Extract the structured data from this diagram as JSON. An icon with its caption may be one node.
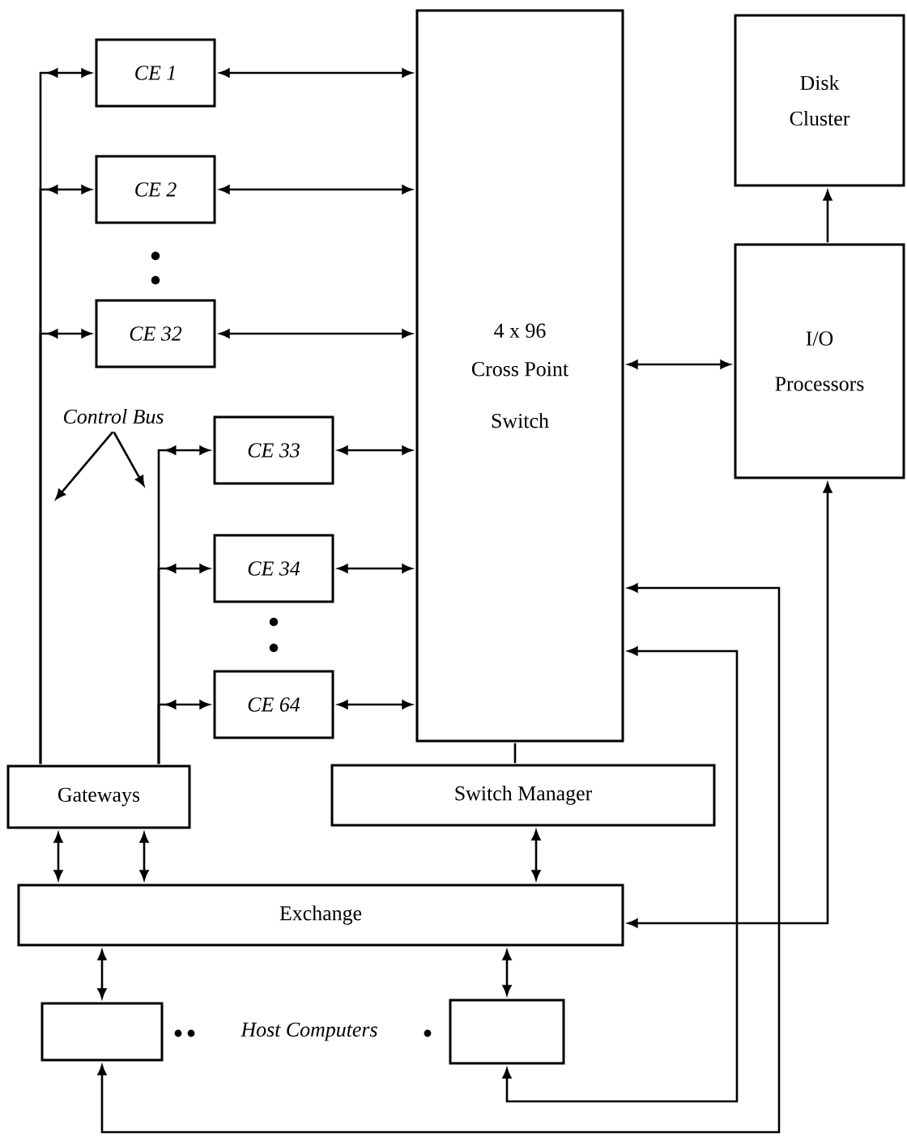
{
  "diagram": {
    "nodes": [
      {
        "text": [
          "CE 1"
        ]
      },
      {
        "text": [
          "CE 2"
        ]
      },
      {
        "text": [
          "CE 32"
        ]
      },
      {
        "text": [
          "4 x 96",
          "Cross Point Switch"
        ]
      },
      {
        "text": [
          "Disk Cluster"
        ]
      },
      {
        "text": [
          "I/O Processors"
        ]
      },
      {
        "text": [
          "Control Bus"
        ]
      },
      {
        "text": [
          "CE 33"
        ]
      },
      {
        "text": [
          "CE 34"
        ]
      },
      {
        "text": [
          "CE 64"
        ]
      },
      {
        "text": [
          "Gateways"
        ]
      },
      {
        "text": [
          "Switch Manager"
        ]
      },
      {
        "text": [
          "Exchange"
        ]
      },
      {
        "text": [],
        "shape": "box"
      },
      {
        "text": [],
        "shape": "box"
      }
    ],
    "edges": [
      {
        "from": 0,
        "to": 3,
        "arrow": "both"
      },
      {
        "from": 1,
        "to": 3,
        "arrow": "both"
      },
      {
        "from": 2,
        "to": 3,
        "arrow": "both"
      },
      {
        "from": 7,
        "to": 3,
        "arrow": "both"
      },
      {
        "from": 8,
        "to": 3,
        "arrow": "both"
      },
      {
        "from": 9,
        "to": 3,
        "arrow": "both"
      },
      {
        "from": 10,
        "to": 0,
        "arrow": "to"
      },
      {
        "from": 10,
        "to": 1,
        "arrow": "to"
      },
      {
        "from": 10,
        "to": 2,
        "arrow": "to"
      },
      {
        "from": 10,
        "to": 7,
        "arrow": "to"
      },
      {
        "from": 10,
        "to": 8,
        "arrow": "to"
      },
      {
        "from": 10,
        "to": 9,
        "arrow": "to"
      },
      {
        "from": 3,
        "to": 5,
        "arrow": "both"
      },
      {
        "from": 5,
        "to": 4,
        "arrow": "to"
      },
      {
        "from": 5,
        "to": 12,
        "arrow": "both"
      },
      {
        "from": 13,
        "to": 3,
        "arrow": "both"
      },
      {
        "from": 14,
        "to": 3,
        "arrow": "both"
      },
      {
        "from": 11,
        "to": 3,
        "arrow": "none"
      },
      {
        "from": 10,
        "to": 12,
        "arrow": "both"
      },
      {
        "from": 10,
        "to": 12,
        "arrow": "both"
      },
      {
        "from": 11,
        "to": 12,
        "arrow": "both"
      },
      {
        "from": 12,
        "to": 13,
        "arrow": "both"
      },
      {
        "from": 12,
        "to": 14,
        "arrow": "both"
      },
      {
        "from": 6,
        "to": null,
        "arrow": "to"
      },
      {
        "from": 6,
        "to": null,
        "arrow": "to"
      }
    ],
    "labels": [
      "Host Computers"
    ]
  }
}
